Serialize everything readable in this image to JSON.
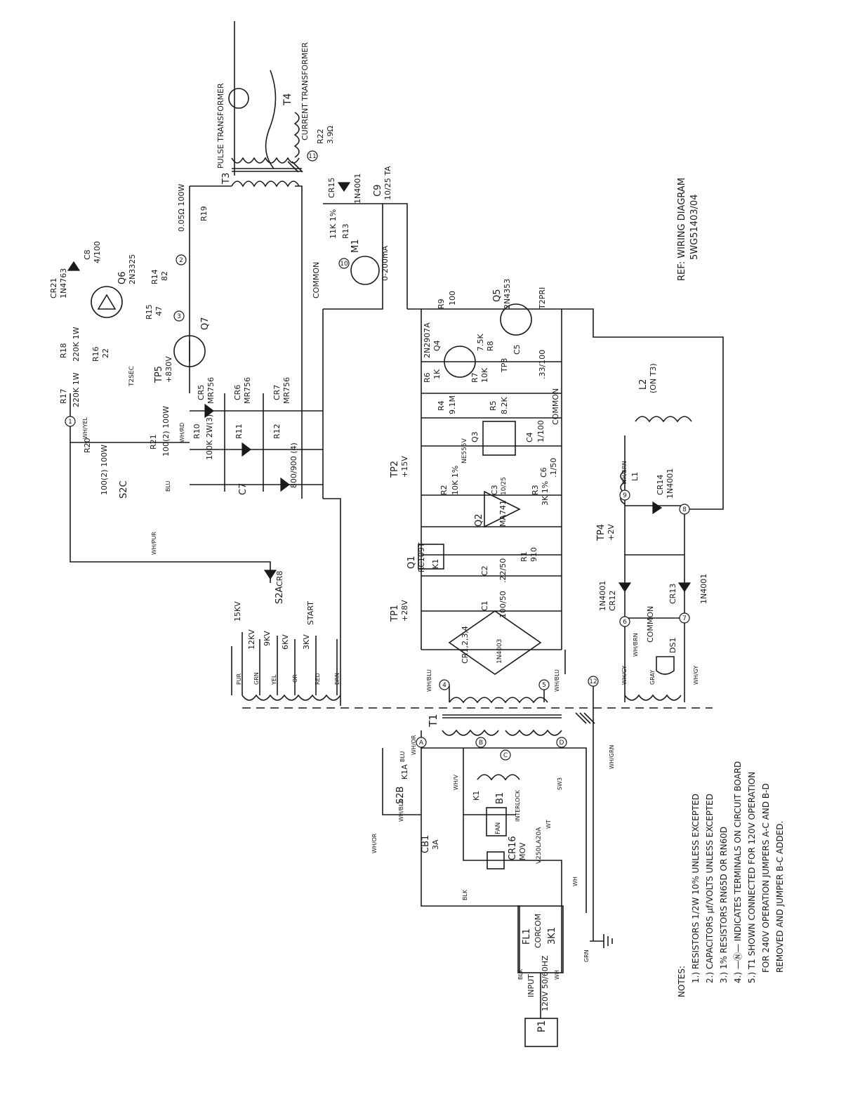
{
  "colors": {
    "paper": "#ffffff",
    "ink": "#1a1a1a"
  },
  "labels": {
    "pulse_transformer": "PULSE TRANSFORMER",
    "t4": "T4",
    "current_transformer": "CURRENT TRANSFORMER",
    "t3": "T3",
    "r22": "R22",
    "r22_val": "3.9Ω",
    "cr15": "CR15",
    "cr15_val": "1N4001",
    "c9": "C9",
    "c9_val": "10/25 TA",
    "r19_val": "0.05Ω 100W",
    "r19": "R19",
    "r13": "R13",
    "r13_val": "11K 1%",
    "m1": "M1",
    "m1_val": "0-200mA",
    "common": "COMMON",
    "ref": "REF: WIRING DIAGRAM",
    "ref_num": "5WG51403/04",
    "cr21": "CR21",
    "cr21_val": "1N4763",
    "c8": "C8",
    "c8_val": "4/100",
    "q6": "Q6",
    "q6_val": "2N3325",
    "r14": "R14",
    "r14_val": "82",
    "r18": "R18",
    "r18_val": "220K 1W",
    "r16": "R16",
    "r16_val": "22",
    "r15": "R15",
    "r15_val": "47",
    "q7": "Q7",
    "t2sec": "T2SEC",
    "r17": "R17",
    "r17_val": "220K 1W",
    "tp5": "TP5",
    "tp5_val": "+830V",
    "cr5": "CR5",
    "cr5_val": "MR756",
    "cr6": "CR6",
    "cr6_val": "MR756",
    "cr7": "CR7",
    "cr7_val": "MR756",
    "r20": "R20",
    "r20_val": "100(2) 100W",
    "r21": "R21",
    "r21_val": "100(2) 100W",
    "r10": "R10",
    "r10_val": "100K 2W(3)",
    "r11": "R11",
    "r12": "R12",
    "c7": "C7",
    "c7_val": "800/900 (4)",
    "s2c": "S2C",
    "wh_yel": "WH/YEL",
    "wh_rd": "WH/RD",
    "blu": "BLU",
    "wh_pur": "WH/PUR",
    "r9": "R9",
    "r9_val": "100",
    "q5": "Q5",
    "q5_val": "2N4353",
    "t2pri": "T2PRI",
    "q4": "Q4",
    "q4_val": "2N2907A",
    "r8": "R8",
    "r8_val": "7.5K",
    "c5": "C5",
    "c5_val": ".33/100",
    "tp3": "TP3",
    "r6": "R6",
    "r6_val": "1K",
    "r7": "R7",
    "r7_val": "10K",
    "r4": "R4",
    "r4_val": "9.1M",
    "r5": "R5",
    "r5_val": "8.2K",
    "q3": "Q3",
    "q3_val": "NE555V",
    "c4": "C4",
    "c4_val": "1/100",
    "tp2": "TP2",
    "tp2_val": "+15V",
    "r2": "R2",
    "r2_val": "10K 1%",
    "c3": "C3",
    "c3_val": "10/25",
    "c6": "C6",
    "c6_val": ".1/50",
    "r3": "R3",
    "r3_val": "3K 1%",
    "q2": "Q2",
    "q2_val": "MA741",
    "q1": "Q1",
    "q1_val": "RC109T",
    "k1": "K1",
    "r1": "R1",
    "r1_val": "910",
    "c2": "C2",
    "c2_val": ".22/50",
    "tp1": "TP1",
    "tp1_val": "+28V",
    "c1": "C1",
    "c1_val": "100/50",
    "cr1234": "CR1,2,3,4",
    "cr1234_val": "1N4003",
    "wh_blu": "WH/BLU",
    "kv15": "15KV",
    "kv12": "12KV",
    "kv9": "9KV",
    "kv6": "6KV",
    "kv3": "3KV",
    "s2a": "S2A",
    "cr8": "CR8",
    "start": "START",
    "wire_pur": "PUR",
    "wire_grn": "GRN",
    "wire_yel": "YEL",
    "wire_or": "OR",
    "wire_red": "RED",
    "wire_brn": "BRN",
    "l2": "L2",
    "l2_val": "(ON T3)",
    "l1": "L1",
    "wh_brn": "WH/BRN",
    "cr14": "CR14",
    "cr14_val": "1N4001",
    "tp4": "TP4",
    "tp4_val": "+2V",
    "cr12": "CR12",
    "cr12_val": "1N4001",
    "cr13": "CR13",
    "cr13_val": "1N4001",
    "ds1": "DS1",
    "wh_gy": "WH/GY",
    "gray": "GRAY",
    "t1": "T1",
    "wh_or": "WH/OR",
    "s2b": "S2B",
    "k1a": "K1A",
    "wh_blk": "WH/BLK",
    "wh_v": "WH/V",
    "b1": "B1",
    "fan": "FAN",
    "interlock": "INTERLOCK",
    "sw3": "SW3",
    "wt": "WT",
    "cb1": "CB1",
    "cb1_val": "3A",
    "cr16": "CR16",
    "mov": "MOV",
    "mov_val": "V250LA20A",
    "wh": "WH",
    "blk": "BLK",
    "wh_grn": "WH/GRN",
    "fl1": "FL1",
    "corcom": "CORCOM",
    "fl1_val": "3K1",
    "input": "INPUT",
    "input_val": "120V 50/60HZ",
    "p1": "P1",
    "grn": "GRN"
  },
  "terminals": [
    "1",
    "2",
    "3",
    "10",
    "11",
    "12",
    "4",
    "5",
    "6",
    "7",
    "8",
    "9",
    "A",
    "B",
    "C",
    "D"
  ],
  "notes": {
    "title": "NOTES:",
    "lines": [
      "1.) RESISTORS 1/2W 10% UNLESS EXCEPTED",
      "2.) CAPACITORS µf/VOLTS UNLESS EXCEPTED",
      "3.) 1% RESISTORS RN65D OR RN60D",
      "4.) —Ⓝ— INDICATES TERMINALS ON CIRCUIT BOARD",
      "5.) T1 SHOWN CONNECTED FOR 120V OPERATION",
      "FOR 240V OPERATION JUMPERS A-C AND B-D",
      "REMOVED AND JUMPER B-C ADDED."
    ]
  }
}
